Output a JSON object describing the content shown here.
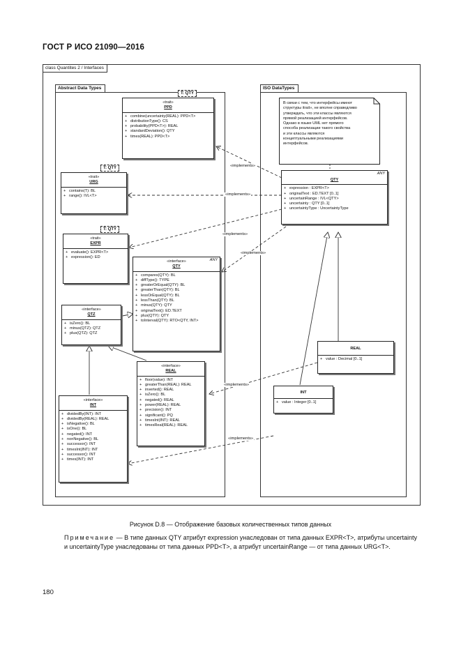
{
  "header": {
    "title": "ГОСТ Р ИСО 21090—2016"
  },
  "diagram": {
    "frame_title": "class Quantites 2 / Interfaces",
    "packages": {
      "left": "Abstract Data Types",
      "right": "ISO DataTypes"
    },
    "template_params": {
      "ppd": "T: QTY",
      "urg": "T: QTY",
      "expr": "T: QTY"
    },
    "classes": {
      "ppd": {
        "stereotype": "«trait»",
        "name": "PPD",
        "attrs": [
          {
            "v": "+",
            "t": "combine(uncertainty(REAL): PPD<T>"
          },
          {
            "v": "+",
            "t": "distributionType(): CS"
          },
          {
            "v": "+",
            "t": "probability(PPD<T>): REAL"
          },
          {
            "v": "+",
            "t": "standardDeviation(): QTY"
          },
          {
            "v": "+",
            "t": "times(REAL): PPD<T>"
          }
        ]
      },
      "urg": {
        "stereotype": "«trait»",
        "name": "URG",
        "attrs": [
          {
            "v": "+",
            "t": "contains(T): BL"
          },
          {
            "v": "+",
            "t": "range(): IVL<T>"
          }
        ]
      },
      "expr": {
        "stereotype": "«trait»",
        "name": "EXPR",
        "attrs": [
          {
            "v": "+",
            "t": "evaluate(): EXPR<T>"
          },
          {
            "v": "+",
            "t": "expression(): ED"
          }
        ]
      },
      "qty_abs": {
        "any": "ANY",
        "stereotype": "«interface»",
        "name": "QTY",
        "attrs": [
          {
            "v": "+",
            "t": "compares(QTY): BL"
          },
          {
            "v": "+",
            "t": "diffType(): TYPE"
          },
          {
            "v": "+",
            "t": "greaterOrEqual(QTY): BL"
          },
          {
            "v": "+",
            "t": "greaterThan(QTY): BL"
          },
          {
            "v": "+",
            "t": "lessOrEqual(QTY): BL"
          },
          {
            "v": "+",
            "t": "lessThan(QTY): BL"
          },
          {
            "v": "+",
            "t": "minus(QTY): QTY"
          },
          {
            "v": "+",
            "t": "originalText(): ED.TEXT"
          },
          {
            "v": "+",
            "t": "plus(QTY): QTY"
          },
          {
            "v": "+",
            "t": "toInterval(QTY): RTO<QTY, INT>"
          }
        ]
      },
      "qtz": {
        "stereotype": "«interface»",
        "name": "QTZ",
        "attrs": [
          {
            "v": "+",
            "t": "isZero(): BL"
          },
          {
            "v": "+",
            "t": "minus(QTZ): QTZ"
          },
          {
            "v": "+",
            "t": "plus(QTZ): QTZ"
          }
        ]
      },
      "real_abs": {
        "stereotype": "«interface»",
        "name": "REAL",
        "attrs": [
          {
            "v": "+",
            "t": "floor(value): INT"
          },
          {
            "v": "+",
            "t": "greaterThan(REAL): REAL"
          },
          {
            "v": "+",
            "t": "inverted(): REAL"
          },
          {
            "v": "+",
            "t": "isZero(): BL"
          },
          {
            "v": "+",
            "t": "negated(): REAL"
          },
          {
            "v": "+",
            "t": "power(REAL): REAL"
          },
          {
            "v": "+",
            "t": "precision(): INT"
          },
          {
            "v": "+",
            "t": "significant(): PQ"
          },
          {
            "v": "+",
            "t": "timesInt(INT): REAL"
          },
          {
            "v": "+",
            "t": "timesReal(REAL): REAL"
          }
        ]
      },
      "int_abs": {
        "stereotype": "«interface»",
        "name": "INT",
        "attrs": [
          {
            "v": "+",
            "t": "dividedBy(INT): INT"
          },
          {
            "v": "+",
            "t": "dividedBy(REAL): REAL"
          },
          {
            "v": "+",
            "t": "isNegative(): BL"
          },
          {
            "v": "+",
            "t": "isOne(): BL"
          },
          {
            "v": "+",
            "t": "negated(): INT"
          },
          {
            "v": "+",
            "t": "nonNegative(): BL"
          },
          {
            "v": "+",
            "t": "successor(): INT"
          },
          {
            "v": "+",
            "t": "timesInt(INT): INT"
          },
          {
            "v": "+",
            "t": "successor(): INT"
          },
          {
            "v": "+",
            "t": "times(INT): INT"
          }
        ]
      },
      "qty_iso": {
        "any": "ANY",
        "name": "QTY",
        "attrs": [
          {
            "v": "+",
            "t": "expression : EXPR<T>"
          },
          {
            "v": "+",
            "t": "originalText : ED.TEXT [0..1]"
          },
          {
            "v": "+",
            "t": "uncertainRange : IVL<QTY>"
          },
          {
            "v": "+",
            "t": "uncertainty : QTY [0..1]"
          },
          {
            "v": "+",
            "t": "uncertaintyType : UncertaintyType"
          }
        ]
      },
      "real_iso": {
        "name": "REAL",
        "attrs": [
          {
            "v": "+",
            "t": "value : Decimal [0..1]"
          }
        ]
      },
      "int_iso": {
        "name": "INT",
        "attrs": [
          {
            "v": "+",
            "t": "value : Integer [0..1]"
          }
        ]
      }
    },
    "note": [
      "В связи с тем, что интерфейсы имеют",
      "структуры itrait», не вполне справедливо",
      "утверждать, что эти классы являются",
      "прямой реализацией интерфейсов.",
      "Однако в языке UML нет прямого",
      "способа реализации такого свойства",
      "и эти классы являются",
      "концептуальными реализациями",
      "интерфейсов."
    ],
    "implements": "«implements»"
  },
  "caption": "Рисунок D.8 — Отображение базовых количественных типов данных",
  "note_paragraph": {
    "label": "Примечание",
    "text": " — В типе данных QTY атрибут expression унаследован от типа данных EXPR<T>, атрибуты uncertainty и uncertaintyType унаследованы от типа данных PPD<T>, а атрибут uncertainRange — от типа данных URG<T>."
  },
  "page_number": "180"
}
